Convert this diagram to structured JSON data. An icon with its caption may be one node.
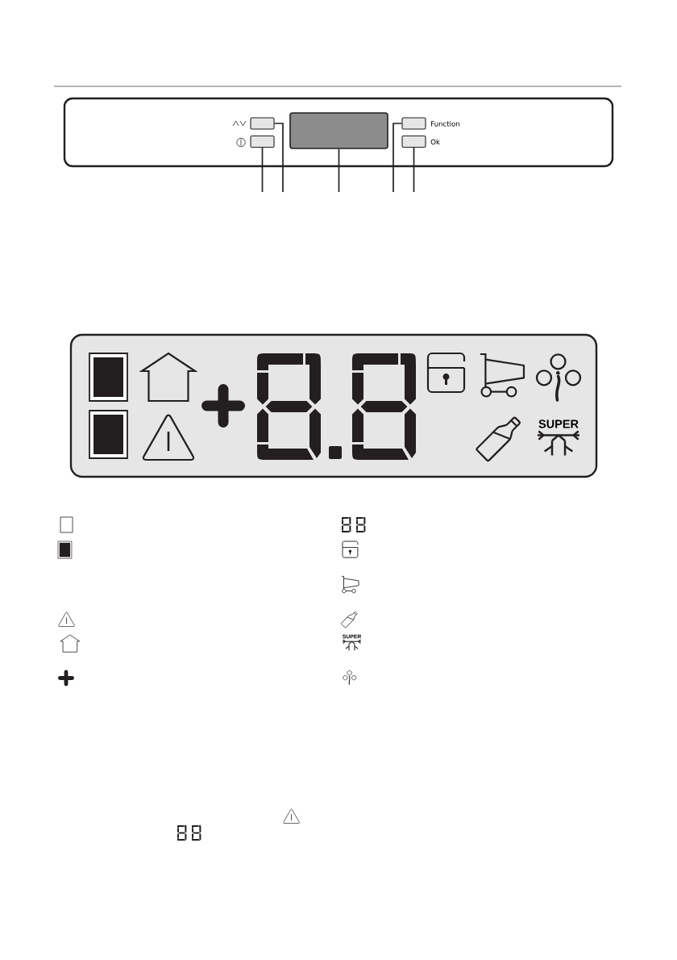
{
  "diagram": {
    "nodes": [
      {
        "text": [],
        "shape": "box"
      },
      {
        "text": [],
        "shape": "box",
        "in": 0
      },
      {
        "text": [],
        "shape": "box",
        "in": 0
      },
      {
        "text": [],
        "shape": "box",
        "in": 0
      },
      {
        "text": [],
        "shape": "box",
        "in": 0,
        "beside": [
          "Function"
        ]
      },
      {
        "text": [],
        "shape": "box",
        "in": 0,
        "beside": [
          "Ok"
        ]
      }
    ],
    "edges": [
      {
        "from": null,
        "to": 2,
        "arrow": "none"
      },
      {
        "from": null,
        "to": 1,
        "arrow": "none"
      },
      {
        "from": null,
        "to": 3,
        "arrow": "none"
      },
      {
        "from": null,
        "to": 4,
        "arrow": "none"
      },
      {
        "from": null,
        "to": 5,
        "arrow": "none"
      }
    ],
    "labels": [
      "SUPER",
      "SUPER"
    ]
  }
}
